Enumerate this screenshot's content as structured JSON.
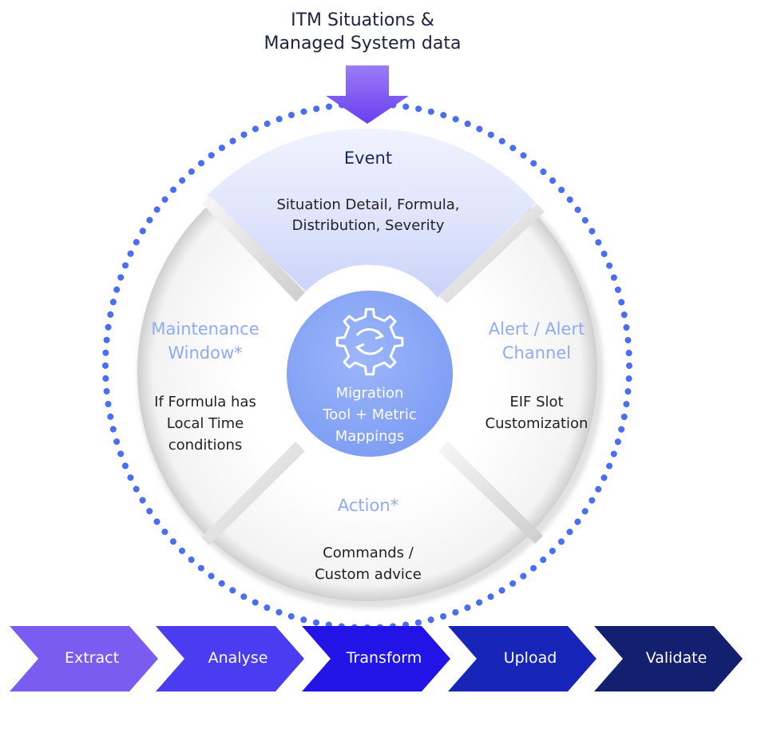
{
  "input": {
    "label_line1": "ITM Situations &",
    "label_line2": "Managed System data"
  },
  "hub": {
    "label_line1": "Migration",
    "label_line2": "Tool + Metric",
    "label_line3": "Mappings"
  },
  "sections": {
    "event": {
      "title": "Event",
      "desc_line1": "Situation Detail, Formula,",
      "desc_line2": "Distribution, Severity"
    },
    "maintenance": {
      "title_line1": "Maintenance",
      "title_line2": "Window*",
      "desc_line1": "If Formula has",
      "desc_line2": "Local Time",
      "desc_line3": "conditions"
    },
    "alert": {
      "title_line1": "Alert / Alert",
      "title_line2": "Channel",
      "desc_line1": "EIF Slot",
      "desc_line2": "Customization"
    },
    "action": {
      "title": "Action*",
      "desc_line1": "Commands /",
      "desc_line2": "Custom advice"
    }
  },
  "stages": [
    {
      "label": "Extract",
      "color": "#7b5cf0"
    },
    {
      "label": "Analyse",
      "color": "#4a3cf0"
    },
    {
      "label": "Transform",
      "color": "#2213e6"
    },
    {
      "label": "Upload",
      "color": "#1725b8"
    },
    {
      "label": "Validate",
      "color": "#132070"
    }
  ],
  "colors": {
    "dots": "#4a6ef0",
    "hub": "#8fabf7",
    "input_arrow": "#7a50f0",
    "event_highlight": "#d6dcfb",
    "light_title": "#8fabf5"
  },
  "icons": {
    "hub": "gear-refresh-icon",
    "input": "down-arrow-icon"
  }
}
